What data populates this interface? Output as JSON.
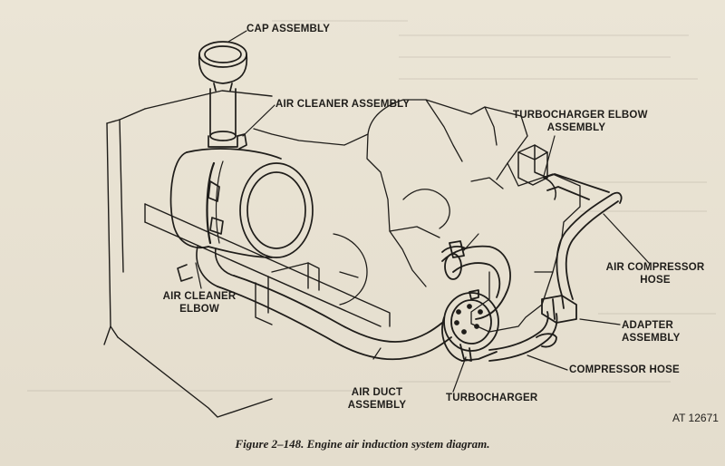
{
  "labels": {
    "cap_assembly": "CAP ASSEMBLY",
    "air_cleaner_assembly": "AIR CLEANER ASSEMBLY",
    "turbo_elbow_1": "TURBOCHARGER ELBOW",
    "turbo_elbow_2": "ASSEMBLY",
    "air_comp_hose_1": "AIR COMPRESSOR",
    "air_comp_hose_2": "HOSE",
    "air_cleaner_elbow_1": "AIR CLEANER",
    "air_cleaner_elbow_2": "ELBOW",
    "adapter_1": "ADAPTER",
    "adapter_2": "ASSEMBLY",
    "compressor_hose": "COMPRESSOR HOSE",
    "air_duct_1": "AIR DUCT",
    "air_duct_2": "ASSEMBLY",
    "turbocharger": "TURBOCHARGER"
  },
  "figure_number": "AT 12671",
  "caption": "Figure 2–148. Engine air induction system diagram.",
  "colors": {
    "paper": "#e7e1d2",
    "ink": "#1f1d1a"
  }
}
